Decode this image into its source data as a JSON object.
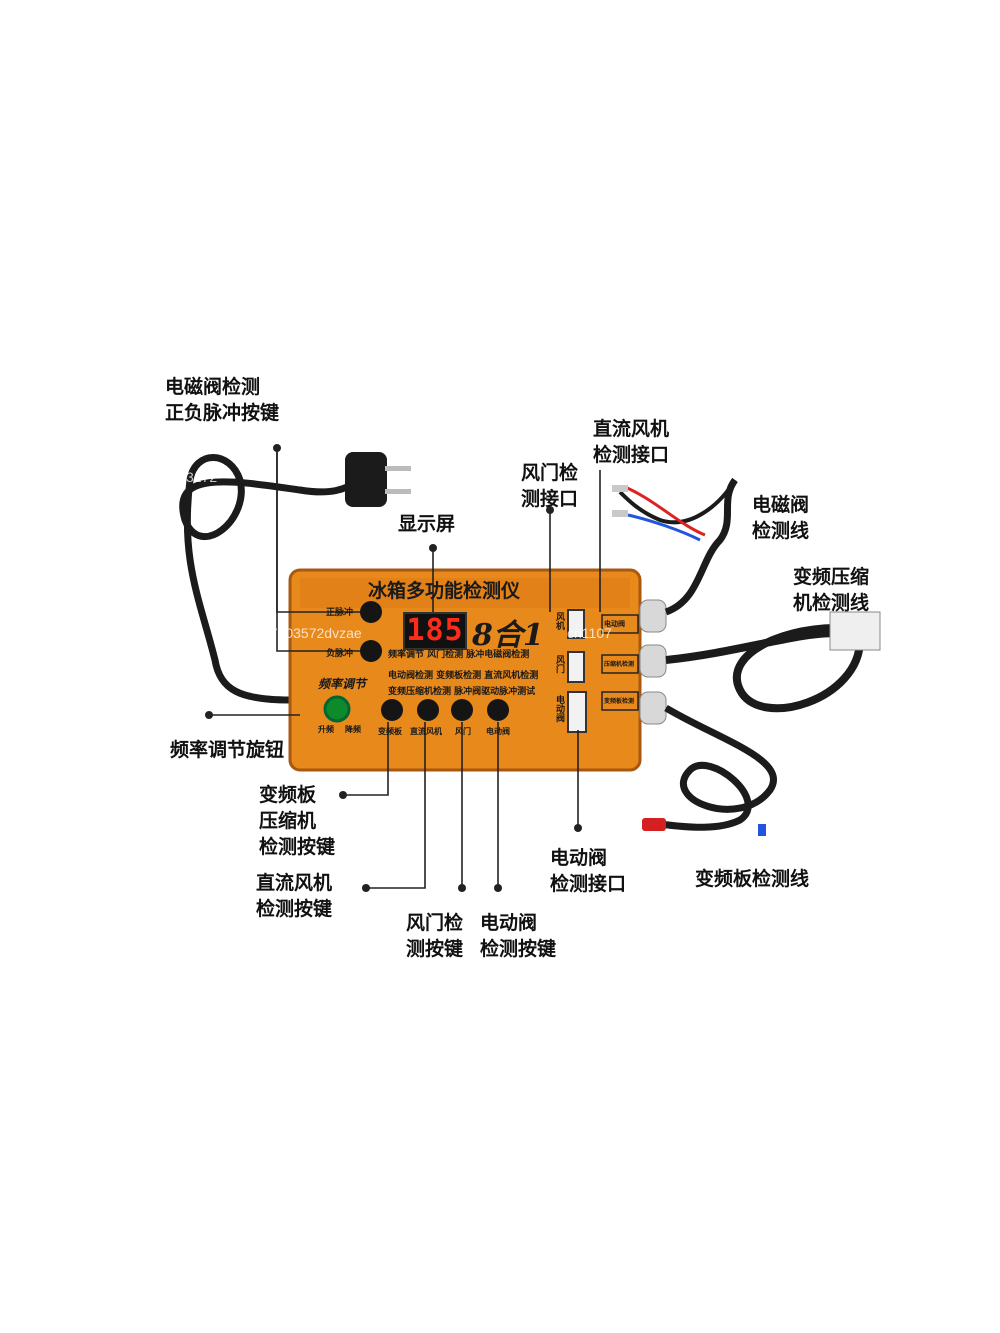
{
  "callouts": {
    "solenoid_buttons": [
      "电磁阀检测",
      "正负脉冲按键"
    ],
    "display": [
      "显示屏"
    ],
    "fan_door_port": [
      "风门检",
      "测接口"
    ],
    "dc_fan_port": [
      "直流风机",
      "检测接口"
    ],
    "solenoid_cable": [
      "电磁阀",
      "检测线"
    ],
    "inverter_comp_cable": [
      "变频压缩",
      "机检测线"
    ],
    "freq_knob": [
      "频率调节旋钮"
    ],
    "inverter_button": [
      "变频板",
      "压缩机",
      "检测按键"
    ],
    "dc_fan_button": [
      "直流风机",
      "检测按键"
    ],
    "fan_door_button": [
      "风门检",
      "测按键"
    ],
    "motor_valve_button": [
      "电动阀",
      "检测按键"
    ],
    "motor_valve_port": [
      "电动阀",
      "检测接口"
    ],
    "inverter_board_cable": [
      "变频板检测线"
    ]
  },
  "device": {
    "title": "冰箱多功能检测仪",
    "display_value": "185",
    "badge": "8合1",
    "pos_pulse": "正脉冲",
    "neg_pulse": "负脉冲",
    "freq_label": "频率调节",
    "knob_up": "升频",
    "knob_down": "降频",
    "func_row1": "频率调节  风门检测  脉冲电磁阀检测",
    "func_row2": "电动阀检测 变频板检测 直流风机检测",
    "func_row3": "变频压缩机检测  脉冲阀驱动脉冲测试",
    "btn_labels": [
      "变频板",
      "直流风机",
      "风门",
      "电动阀"
    ],
    "port_labels": [
      "风机",
      "风门",
      "电动阀"
    ],
    "cable_tags": [
      "电动阀",
      "压缩机检测",
      "变频板检测"
    ]
  },
  "watermarks": [
    "3172",
    "07003572dvzae",
    "cn1107"
  ],
  "colors": {
    "panel": "#e8891c",
    "panel_dark": "#b86212",
    "cable": "#1b1b1b",
    "lcd_text": "#ff2a1a"
  }
}
